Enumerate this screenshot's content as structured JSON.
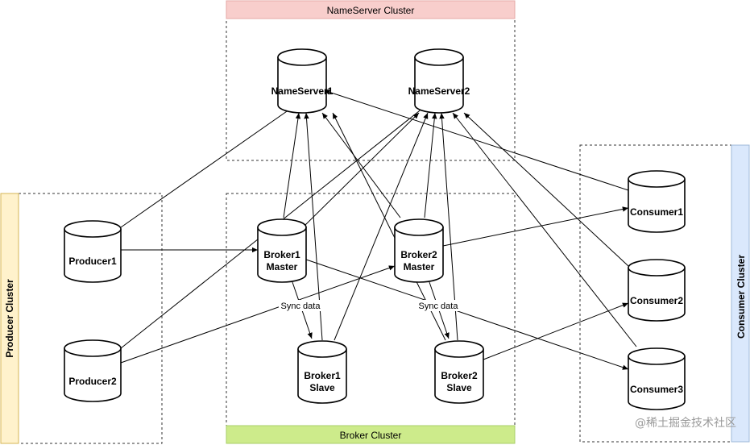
{
  "clusters": {
    "nameserver": "NameServer Cluster",
    "broker": "Broker Cluster",
    "producer": "Producer Cluster",
    "consumer": "Consumer Cluster"
  },
  "nodes": {
    "nameserver1": "NameServer1",
    "nameserver2": "NameServer2",
    "producer1": "Producer1",
    "producer2": "Producer2",
    "broker1_master": [
      "Broker1",
      "Master"
    ],
    "broker2_master": [
      "Broker2",
      "Master"
    ],
    "broker1_slave": [
      "Broker1",
      "Slave"
    ],
    "broker2_slave": [
      "Broker2",
      "Slave"
    ],
    "consumer1": "Consumer1",
    "consumer2": "Consumer2",
    "consumer3": "Consumer3"
  },
  "edge_labels": {
    "sync1": "Sync data",
    "sync2": "Sync data"
  },
  "watermark": "@稀土掘金技术社区",
  "colors": {
    "nameserver_header": "#f8cecc",
    "broker_header": "#cdeb8b",
    "producer_header": "#fff2cc",
    "consumer_header": "#dae8fc",
    "nameserver_header_border": "#e6a8a6",
    "broker_header_border": "#a9cf6a",
    "producer_header_border": "#d6b656",
    "consumer_header_border": "#9fb9d8"
  }
}
